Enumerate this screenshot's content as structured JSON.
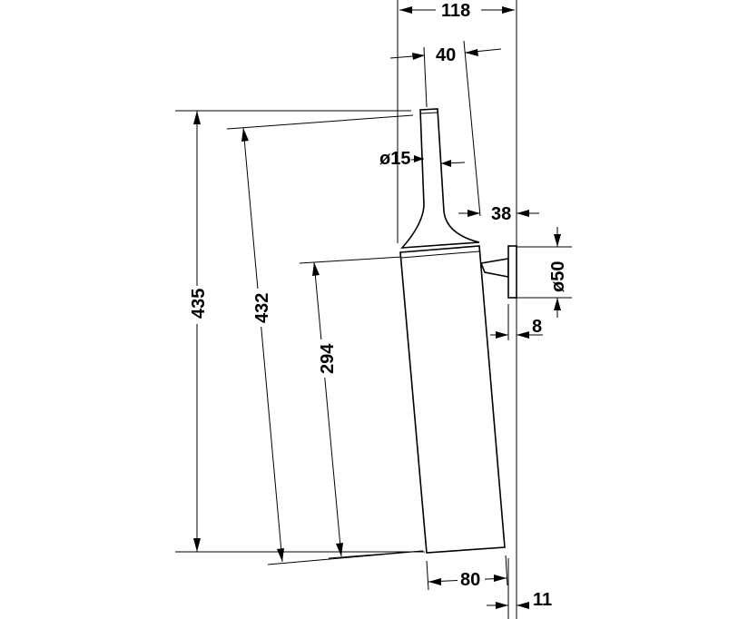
{
  "drawing": {
    "dimensions": {
      "width_total": "118",
      "handle_offset": "40",
      "handle_diameter": "ø15",
      "handle_to_wall": "38",
      "bracket_diameter": "ø50",
      "bracket_thickness": "8",
      "height_total": "435",
      "height_slanted": "432",
      "container_height": "294",
      "container_width": "80",
      "base_offset": "11"
    }
  }
}
